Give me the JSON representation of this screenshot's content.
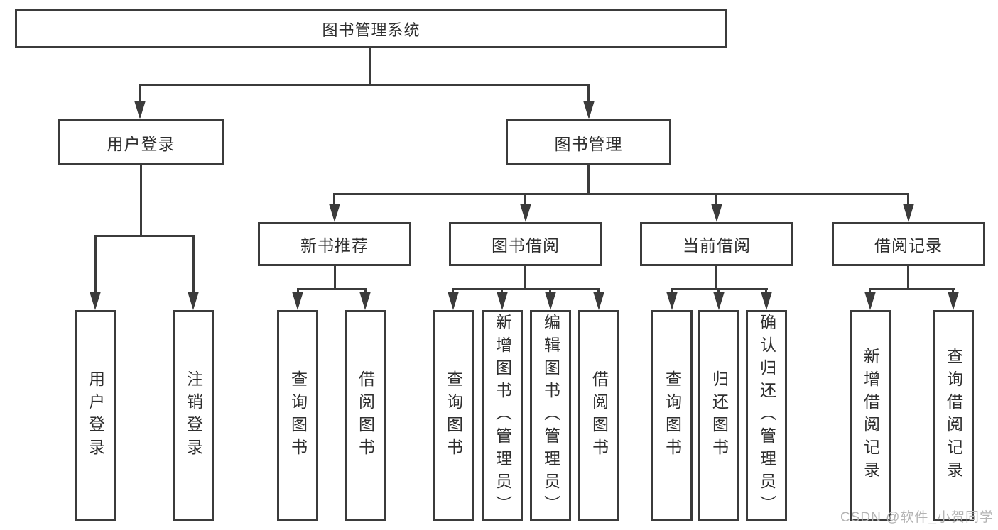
{
  "diagram": {
    "title": "图书管理系统",
    "root": {
      "label": "图书管理系统"
    },
    "branches": [
      {
        "label": "用户登录",
        "children": [
          {
            "label": "用户登录"
          },
          {
            "label": "注销登录"
          }
        ]
      },
      {
        "label": "图书管理",
        "children": [
          {
            "label": "新书推荐",
            "children": [
              {
                "label": "查询图书"
              },
              {
                "label": "借阅图书"
              }
            ]
          },
          {
            "label": "图书借阅",
            "children": [
              {
                "label": "查询图书"
              },
              {
                "label": "新增图书（管理员）"
              },
              {
                "label": "编辑图书（管理员）"
              },
              {
                "label": "借阅图书"
              }
            ]
          },
          {
            "label": "当前借阅",
            "children": [
              {
                "label": "查询图书"
              },
              {
                "label": "归还图书"
              },
              {
                "label": "确认归还（管理员）"
              }
            ]
          },
          {
            "label": "借阅记录",
            "children": [
              {
                "label": "新增借阅记录"
              },
              {
                "label": "查询借阅记录"
              }
            ]
          }
        ]
      }
    ]
  },
  "watermark": {
    "text": "CSDN @软件_小贺同学"
  },
  "colors": {
    "line": "#3b3b3b",
    "background": "#ffffff",
    "watermark": "#b4b4b4"
  }
}
